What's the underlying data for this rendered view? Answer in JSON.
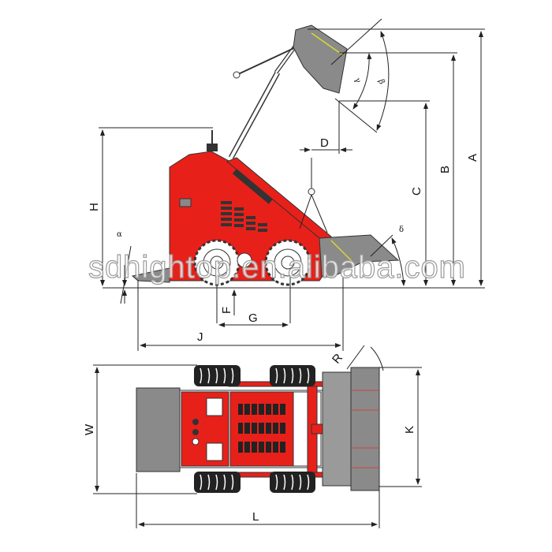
{
  "labels": {
    "A": "A",
    "B": "B",
    "C": "C",
    "D": "D",
    "H": "H",
    "J": "J",
    "F": "F",
    "G": "G",
    "W": "W",
    "K": "K",
    "L": "L",
    "R": "R",
    "alpha": "α",
    "beta": "β",
    "gamma": "γ",
    "delta": "δ"
  },
  "watermark": "sdhightop.en.alibaba.com",
  "colors": {
    "body": "#e8201a",
    "bucket": "#8a8a8a",
    "line": "#222222"
  }
}
